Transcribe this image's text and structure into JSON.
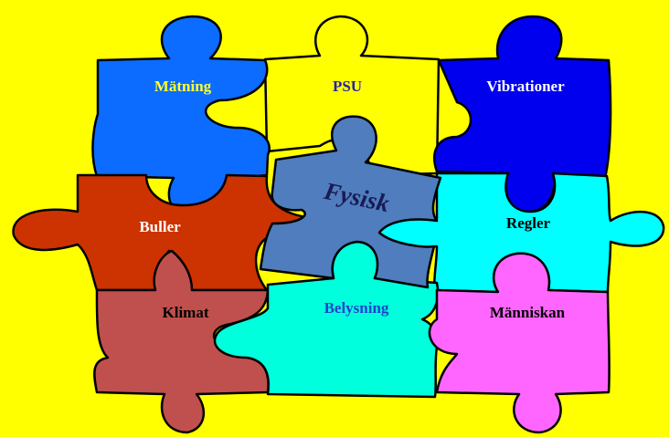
{
  "colors": {
    "background": "#FFFF00",
    "matning": "#0B6CFF",
    "psu": "#FFFF00",
    "vibrationer": "#0000EE",
    "buller": "#CC3300",
    "fysisk": "#4F7DBD",
    "regler": "#00FFFF",
    "klimat": "#C0504D",
    "belysning": "#00FFDD",
    "manniskan": "#FF66FF"
  },
  "pieces": {
    "matning": "Mätning",
    "psu": "PSU",
    "vibrationer": "Vibrationer",
    "buller": "Buller",
    "fysisk": "Fysisk",
    "regler": "Regler",
    "klimat": "Klimat",
    "belysning": "Belysning",
    "manniskan": "Människan"
  }
}
